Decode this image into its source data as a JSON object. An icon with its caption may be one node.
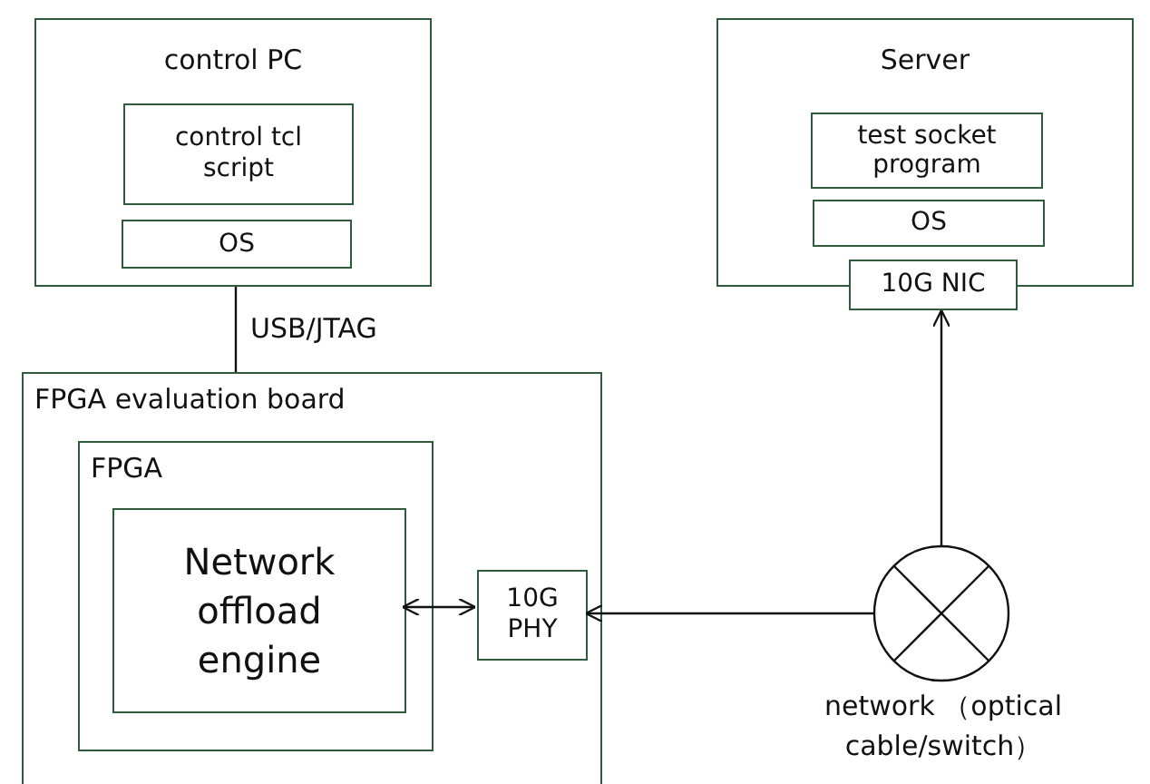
{
  "diagram": {
    "nodes": [
      {
        "text": [
          "control PC"
        ]
      },
      {
        "text": [
          "control tcl script"
        ],
        "in": 0
      },
      {
        "text": [
          "OS"
        ],
        "in": 0
      },
      {
        "text": [
          "Server"
        ]
      },
      {
        "text": [
          "test socket program"
        ],
        "in": 3
      },
      {
        "text": [
          "OS"
        ],
        "in": 3
      },
      {
        "text": [
          "10G NIC"
        ]
      },
      {
        "text": [
          "FPGA evaluation board"
        ]
      },
      {
        "text": [
          "FPGA"
        ],
        "in": 7
      },
      {
        "text": [
          "Network offload engine"
        ],
        "in": 8
      },
      {
        "text": [
          "10G PHY"
        ],
        "in": 7
      },
      {
        "text": [
          "network （optical cable/switch）"
        ]
      }
    ],
    "edges": [
      {
        "from": 0,
        "to": 7,
        "arrow": "none",
        "label": "USB/JTAG"
      },
      {
        "from": 9,
        "to": 10,
        "arrow": "both"
      },
      {
        "from": 11,
        "to": 10,
        "arrow": "to"
      },
      {
        "from": 11,
        "to": 6,
        "arrow": "to"
      }
    ]
  }
}
